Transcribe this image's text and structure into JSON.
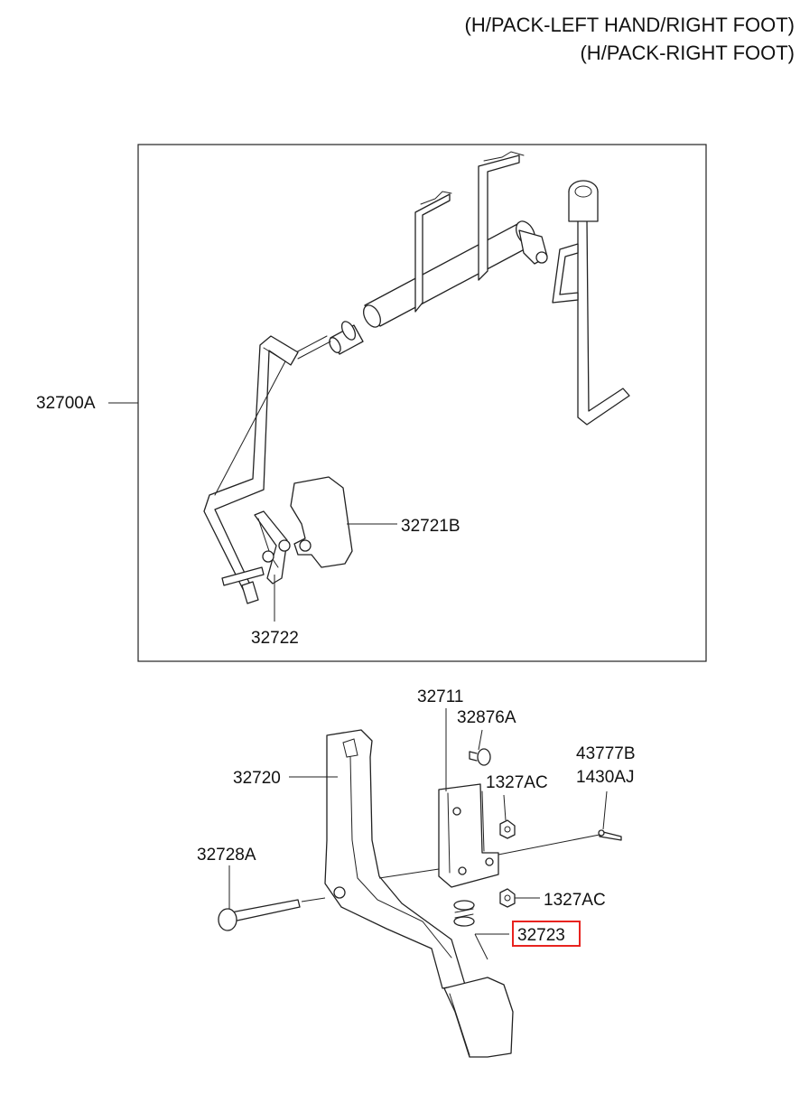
{
  "header": {
    "line1": "(H/PACK-LEFT HAND/RIGHT FOOT)",
    "line2": "(H/PACK-RIGHT FOOT)"
  },
  "labels": {
    "p32700A": "32700A",
    "p32721B": "32721B",
    "p32722": "32722",
    "p32711": "32711",
    "p32876A": "32876A",
    "p32720": "32720",
    "p1327AC_top": "1327AC",
    "p43777B": "43777B",
    "p1430AJ": "1430AJ",
    "p32728A": "32728A",
    "p1327AC_bottom": "1327AC",
    "p32723": "32723"
  },
  "highlight": {
    "part": "32723",
    "color": "#e8231f"
  },
  "line_color": "#222222"
}
